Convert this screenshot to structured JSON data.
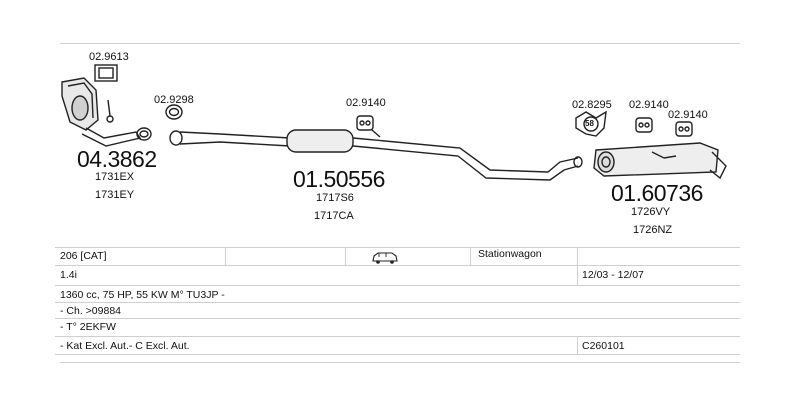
{
  "diagram": {
    "small_codes": {
      "gasket_left": "02.9613",
      "clamp_left": "02.9298",
      "hanger_mid": "02.9140",
      "rubber": "02.8295",
      "hanger_right1": "02.9140",
      "hanger_right2": "02.9140"
    },
    "rubber_badge": "58",
    "parts": {
      "cat": {
        "number": "04.3862",
        "codes": [
          "1731EX",
          "1731EY"
        ]
      },
      "middle": {
        "number": "01.50556",
        "codes": [
          "1717S6",
          "1717CA"
        ]
      },
      "rear": {
        "number": "01.60736",
        "codes": [
          "1726VY",
          "1726NZ"
        ]
      }
    }
  },
  "table": {
    "model": "206  [CAT]",
    "body_type": "Stationwagon",
    "engine": "1.4i",
    "years": "12/03 - 12/07",
    "spec": "1360 cc, 75 HP, 55 KW M° TU3JP -",
    "chassis": "- Ch. >09884",
    "type": "- T° 2EKFW",
    "note": "- Kat Excl. Aut.- C Excl. Aut.",
    "catalog": "C260101"
  }
}
